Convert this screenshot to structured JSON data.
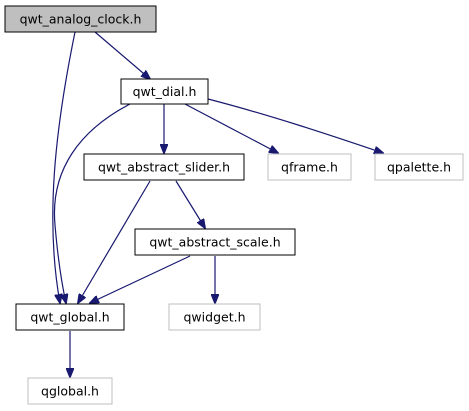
{
  "diagram": {
    "nodes": [
      {
        "id": "qwt_analog_clock",
        "label": "qwt_analog_clock.h",
        "style": "highlighted"
      },
      {
        "id": "qwt_dial",
        "label": "qwt_dial.h",
        "style": "normal"
      },
      {
        "id": "qwt_abstract_slider",
        "label": "qwt_abstract_slider.h",
        "style": "normal"
      },
      {
        "id": "qframe",
        "label": "qframe.h",
        "style": "external"
      },
      {
        "id": "qpalette",
        "label": "qpalette.h",
        "style": "external"
      },
      {
        "id": "qwt_abstract_scale",
        "label": "qwt_abstract_scale.h",
        "style": "normal"
      },
      {
        "id": "qwt_global",
        "label": "qwt_global.h",
        "style": "normal"
      },
      {
        "id": "qwidget",
        "label": "qwidget.h",
        "style": "external"
      },
      {
        "id": "qglobal",
        "label": "qglobal.h",
        "style": "external"
      }
    ],
    "edges": [
      {
        "from": "qwt_analog_clock",
        "to": "qwt_global"
      },
      {
        "from": "qwt_analog_clock",
        "to": "qwt_dial"
      },
      {
        "from": "qwt_dial",
        "to": "qwt_global"
      },
      {
        "from": "qwt_dial",
        "to": "qwt_abstract_slider"
      },
      {
        "from": "qwt_dial",
        "to": "qframe"
      },
      {
        "from": "qwt_dial",
        "to": "qpalette"
      },
      {
        "from": "qwt_abstract_slider",
        "to": "qwt_global"
      },
      {
        "from": "qwt_abstract_slider",
        "to": "qwt_abstract_scale"
      },
      {
        "from": "qwt_abstract_scale",
        "to": "qwt_global"
      },
      {
        "from": "qwt_abstract_scale",
        "to": "qwidget"
      },
      {
        "from": "qwt_global",
        "to": "qglobal"
      }
    ],
    "colors": {
      "edge": "#191970",
      "highlighted_fill": "#bfbfbf",
      "normal_border": "#000000",
      "external_border": "#bfbfbf",
      "fill": "#ffffff"
    }
  }
}
